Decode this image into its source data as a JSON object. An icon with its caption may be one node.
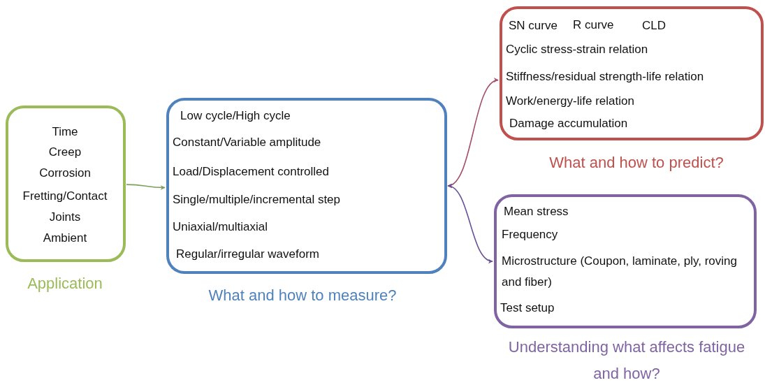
{
  "diagram": {
    "nodes": [
      {
        "text": [
          "Time",
          "Creep",
          "Corrosion",
          "Fretting/Contact",
          "Joints",
          "Ambient",
          "Application"
        ]
      },
      {
        "text": [
          "Low cycle/High cycle",
          "Constant/Variable amplitude",
          "Load/Displacement controlled",
          "Single/multiple/incremental step",
          "Uniaxial/multiaxial",
          "Regular/irregular waveform",
          "What and how to measure?"
        ]
      },
      {
        "text": [
          "SN curve",
          "R curve",
          "CLD",
          "Cyclic stress-strain relation",
          "Stiffness/residual strength-life relation",
          "Work/energy-life relation",
          "Damage accumulation",
          "What and how to predict?"
        ]
      },
      {
        "text": [
          "Mean stress",
          "Frequency",
          "Microstructure (Coupon, laminate, ply, roving and fiber)",
          "Test setup",
          "Understanding what affects fatigue and how?"
        ]
      }
    ],
    "edges": [
      {
        "from": 0,
        "to": 1,
        "arrow": "to",
        "color": "#7aa05a"
      },
      {
        "from": 1,
        "to": 2,
        "arrow": "both",
        "color": "#a2506a"
      },
      {
        "from": 1,
        "to": 3,
        "arrow": "both",
        "color": "#6a509a"
      }
    ]
  }
}
